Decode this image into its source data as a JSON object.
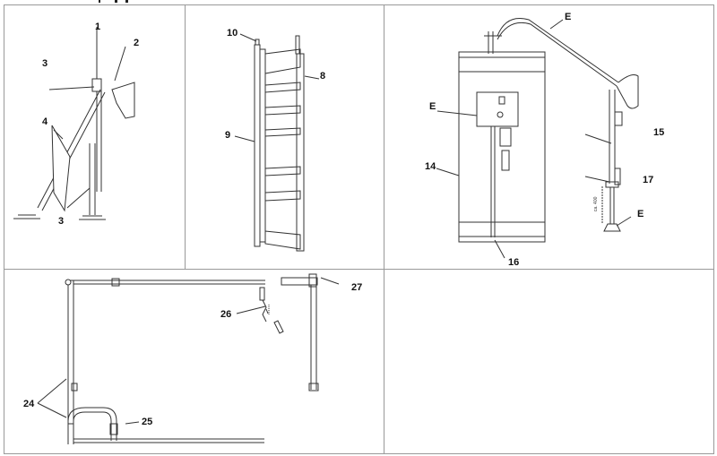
{
  "labels": {
    "p1": [
      "1",
      "2",
      "3",
      "4",
      "3"
    ],
    "p2": [
      "10",
      "8",
      "9"
    ],
    "p3": [
      "E",
      "E",
      "14",
      "15",
      "17",
      "E",
      "16"
    ],
    "p4": [
      "26",
      "27",
      "24",
      "25"
    ]
  },
  "dimension_text": "ca. 400"
}
